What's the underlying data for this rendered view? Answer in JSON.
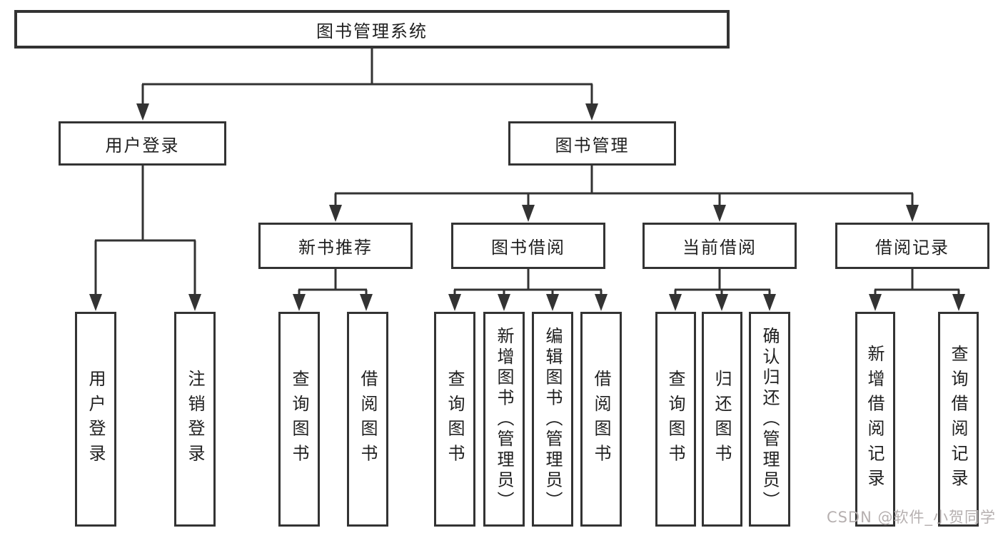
{
  "diagram": {
    "root": {
      "label": "图书管理系统"
    },
    "level2": [
      {
        "label": "用户登录"
      },
      {
        "label": "图书管理"
      }
    ],
    "level3": [
      {
        "label": "新书推荐"
      },
      {
        "label": "图书借阅"
      },
      {
        "label": "当前借阅"
      },
      {
        "label": "借阅记录"
      }
    ],
    "leaves_login": [
      {
        "label": "用户登录"
      },
      {
        "label": "注销登录"
      }
    ],
    "leaves_newbook": [
      {
        "label": "查询图书"
      },
      {
        "label": "借阅图书"
      }
    ],
    "leaves_borrow": [
      {
        "label": "查询图书"
      },
      {
        "label": "新增图书（管理员）"
      },
      {
        "label": "编辑图书（管理员）"
      },
      {
        "label": "借阅图书"
      }
    ],
    "leaves_current": [
      {
        "label": "查询图书"
      },
      {
        "label": "归还图书"
      },
      {
        "label": "确认归还（管理员）"
      }
    ],
    "leaves_records": [
      {
        "label": "新增借阅记录"
      },
      {
        "label": "查询借阅记录"
      }
    ]
  },
  "watermark": {
    "text": "CSDN @软件_小贺同学"
  },
  "colors": {
    "line": "#333333",
    "box_border": "#333333",
    "text": "#1f1f1f",
    "background": "#ffffff",
    "watermark": "#b6b0b0"
  }
}
